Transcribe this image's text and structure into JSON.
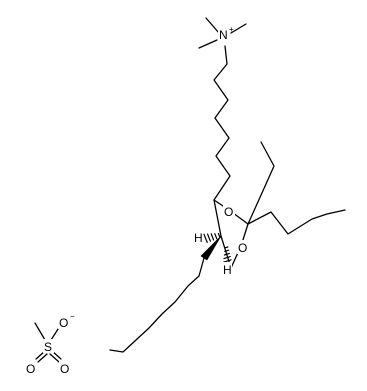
{
  "molecule": {
    "atoms": {
      "nitrogen": "N",
      "nitrogen_charge": "+",
      "ring_oxygen_top": "O",
      "ring_oxygen_bottom": "O",
      "stereo_h_left": "H",
      "stereo_h_right": "H",
      "sulfur": "S",
      "sulfonate_oxygen_right": "O",
      "sulfonate_oxygen_right_charge": "−",
      "sulfonate_oxygen_left": "O",
      "sulfonate_oxygen_bottom": "O"
    }
  }
}
